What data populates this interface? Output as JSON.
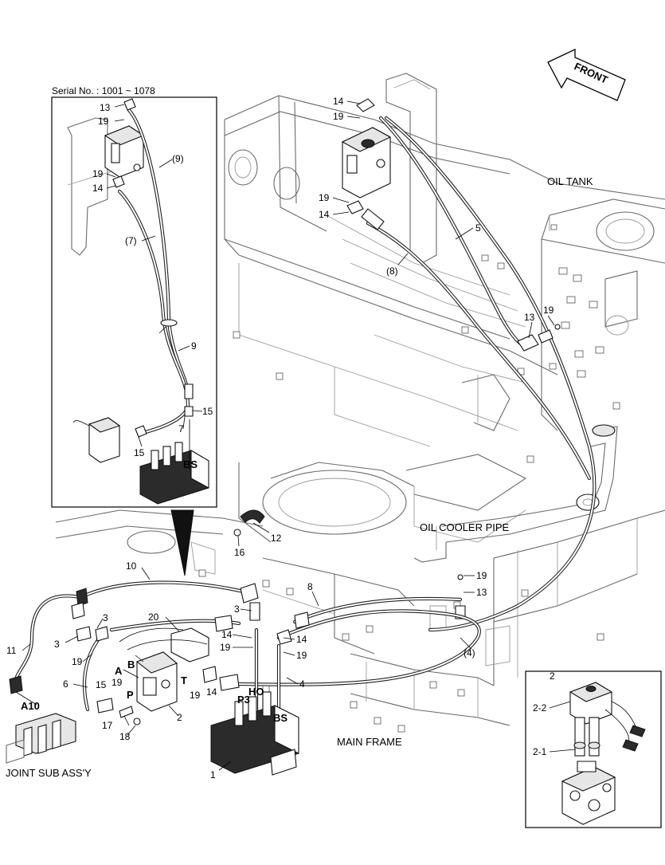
{
  "header": {
    "serial_no": "Serial No. : 1001 ~ 1078",
    "front": "FRONT"
  },
  "captions": {
    "oil_tank": "OIL TANK",
    "oil_cooler_pipe": "OIL COOLER PIPE",
    "main_frame": "MAIN FRAME",
    "joint_sub": "JOINT SUB ASS'Y"
  },
  "inset_labels": {
    "n13": "13",
    "n19a": "19",
    "n19b": "19",
    "n14": "14",
    "n9p": "(9)",
    "n7p": "(7)",
    "n9": "9",
    "n15a": "15",
    "n15b": "15",
    "n7": "7",
    "bs": "BS"
  },
  "top_labels": {
    "n14a": "14",
    "n19a": "19",
    "n19b": "19",
    "n14b": "14",
    "n5": "5",
    "n8p": "(8)",
    "n19c": "19",
    "n13": "13"
  },
  "mid_labels": {
    "n12": "12",
    "n16": "16",
    "n10": "10",
    "n19a": "19",
    "n13": "13",
    "n8": "8",
    "n14a": "14",
    "n19b": "19",
    "n4p": "(4)",
    "n4": "4"
  },
  "left_labels": {
    "n20": "20",
    "n3a": "3",
    "n3b": "3",
    "n3c": "3",
    "n14": "14",
    "n19a": "19",
    "n11": "11",
    "n19b": "19",
    "A": "A",
    "B": "B",
    "n6": "6",
    "n15": "15",
    "n19c": "19",
    "P": "P",
    "T": "T",
    "n19d": "19",
    "n14b": "14",
    "HO": "HO",
    "P3": "P3",
    "BS": "BS",
    "n2": "2",
    "A10": "A10",
    "n17": "17",
    "n18": "18",
    "n1": "1"
  },
  "detail": {
    "title": "2",
    "part_a": "2-2",
    "part_b": "2-1"
  }
}
